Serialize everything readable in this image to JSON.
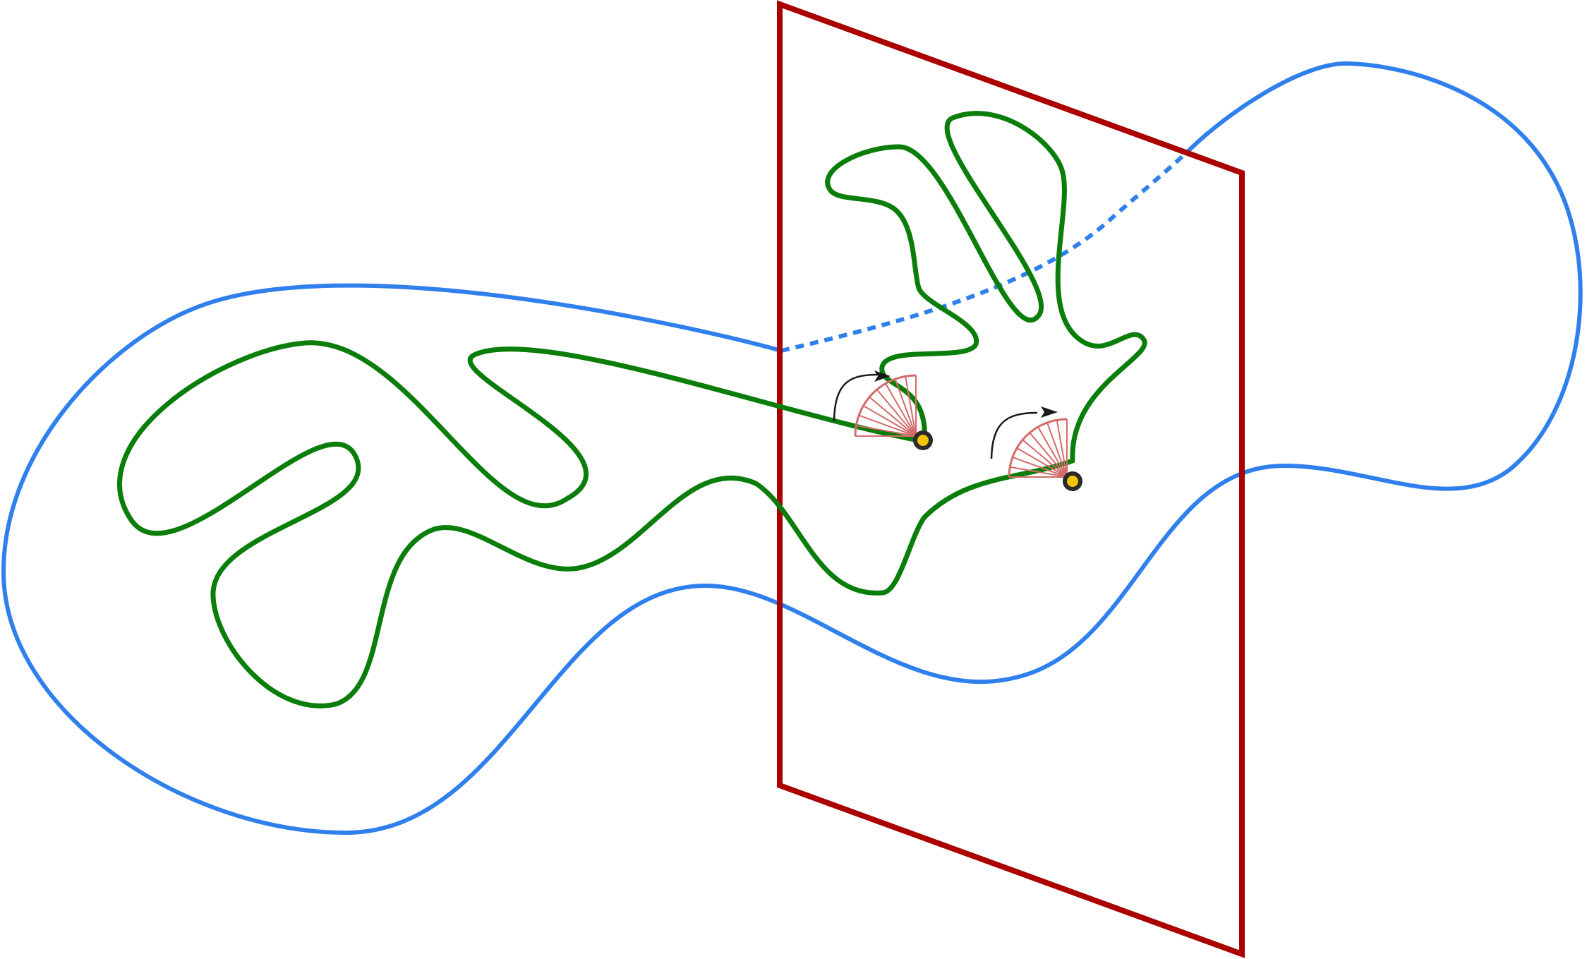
{
  "colors": {
    "background": "#ffffff",
    "plane": "#aa0000",
    "blue_curve": "#2f80ed",
    "green_curve": "#0a7d0a",
    "fan": "#d46a6a",
    "arrow": "#1a1a1a",
    "point_ring": "#2a2a2a",
    "point_fill": "#f5c400"
  },
  "elements": {
    "plane": "plane",
    "blue_curve": "closed-curve",
    "green_curve": "closed-curve",
    "points": 2,
    "rotation_arrows": 2,
    "angle_fans": 2
  }
}
